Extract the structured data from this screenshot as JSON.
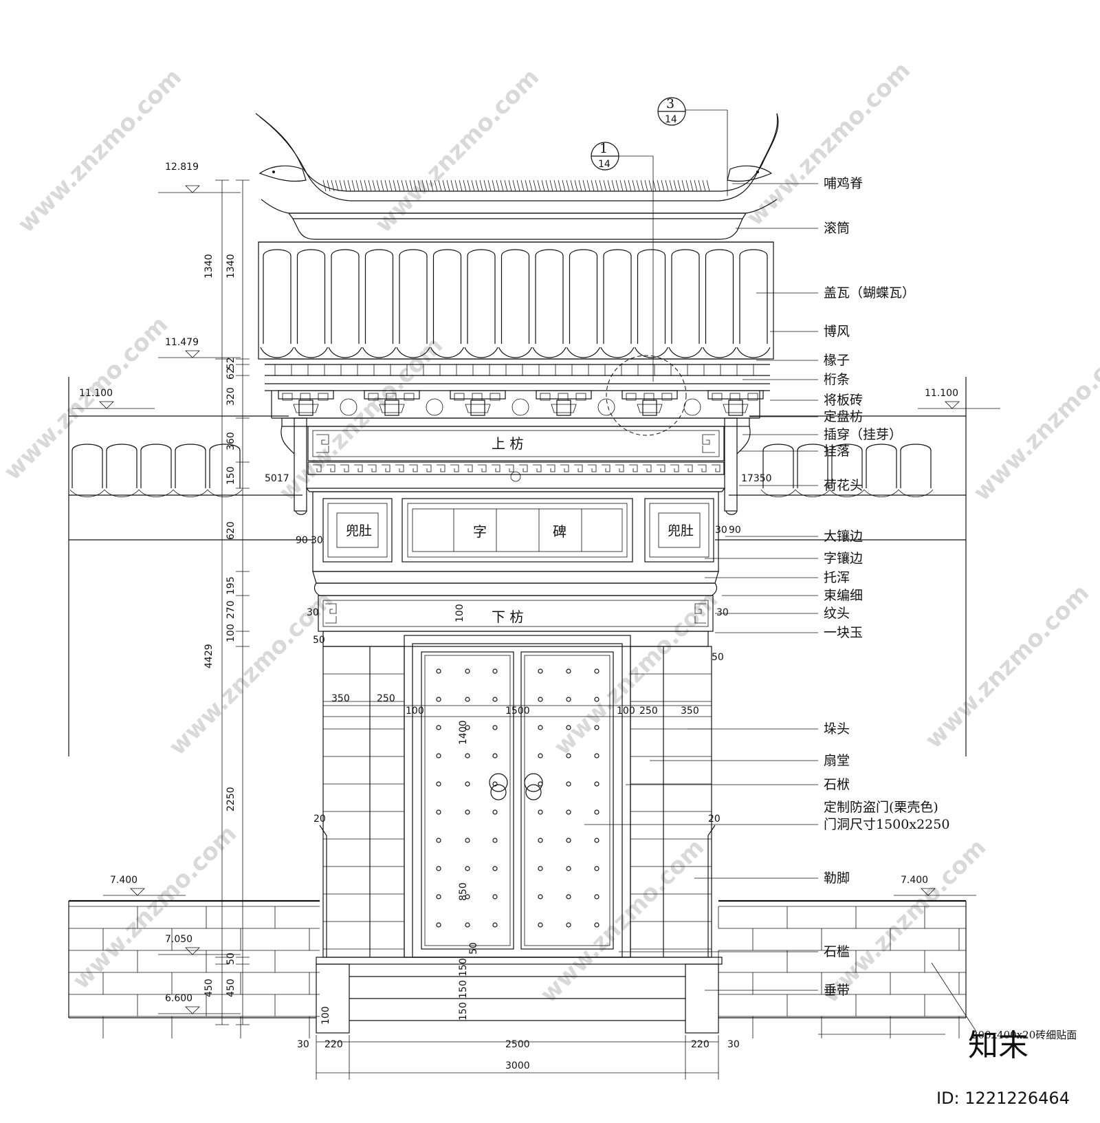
{
  "elevations": {
    "top": "12.819",
    "eave": "11.479",
    "wall_left": "11.100",
    "wall_right": "11.100",
    "ground_left": "7.400",
    "ground_right": "7.400",
    "step": "7.050",
    "base": "6.600"
  },
  "detail_refs": [
    {
      "num": "3",
      "sheet": "14"
    },
    {
      "num": "1",
      "sheet": "14"
    }
  ],
  "labels": [
    "哺鸡脊",
    "滚筒",
    "盖瓦（蝴蝶瓦）",
    "博风",
    "椽子",
    "桁条",
    "将板砖",
    "定盘枋",
    "插穿（挂芽）",
    "挂落",
    "荷花头",
    "大镶边",
    "字镶边",
    "托浑",
    "束编细",
    "纹头",
    "一块玉",
    "垛头",
    "扇堂",
    "石栿",
    "定制防盗门(栗壳色)",
    "门洞尺寸1500x2250",
    "勒脚",
    "石槛",
    "垂带",
    "200x400x20砖细贴面"
  ],
  "inner_text": {
    "shang_fang": "上   枋",
    "xia_fang": "下   枋",
    "doudu_left": "兜肚",
    "doudu_right": "兜肚",
    "zi": "字",
    "bei": "碑"
  },
  "dims_vertical_outer": [
    "1340",
    "4429"
  ],
  "dims_vertical_inner": [
    "1340",
    "52",
    "62",
    "320",
    "360",
    "150",
    "620",
    "195",
    "270",
    "100",
    "2250",
    "50",
    "450"
  ],
  "dims_vertical_outer_lower": [
    "450"
  ],
  "dims_misc": [
    "5017",
    "17350",
    "90",
    "30",
    "30",
    "90",
    "30",
    "30",
    "50",
    "50",
    "100",
    "1400",
    "850",
    "50",
    "150",
    "150",
    "150",
    "100",
    "20",
    "20"
  ],
  "dims_horizontal_mid": [
    "350",
    "250",
    "100",
    "1500",
    "100",
    "250",
    "350"
  ],
  "dims_horizontal_bottom": [
    "30",
    "220",
    "2500",
    "220",
    "30"
  ],
  "dims_total": "3000",
  "watermark": "www.znzmo.com",
  "logo": "知末",
  "image_id": "ID: 1221226464"
}
